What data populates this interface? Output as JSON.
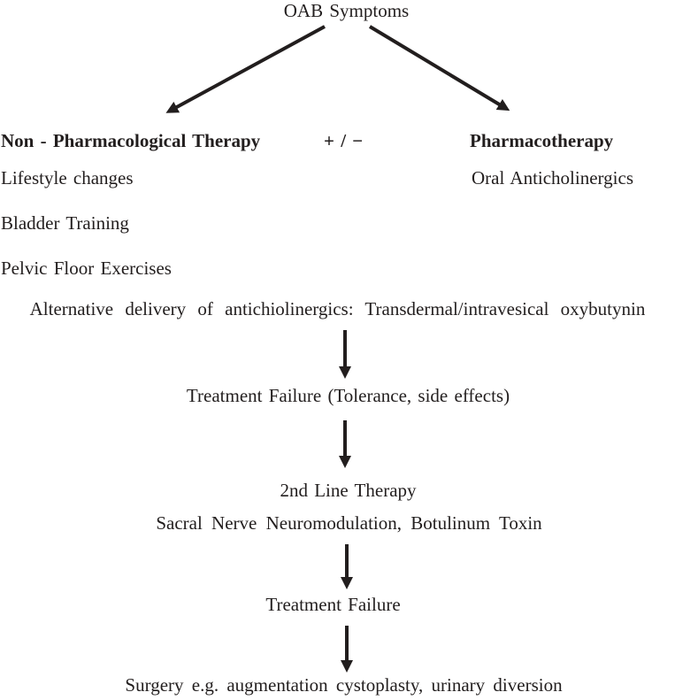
{
  "canvas": {
    "background_color": "#ffffff",
    "ink_color": "#221e1e"
  },
  "flowchart": {
    "title": "OAB Symptoms",
    "operator": "+ / −",
    "left_branch": {
      "header": "Non - Pharmacological Therapy",
      "items": [
        "Lifestyle changes",
        "Bladder Training",
        "Pelvic Floor Exercises"
      ]
    },
    "right_branch": {
      "header": "Pharmacotherapy",
      "items": [
        "Oral Anticholinergics"
      ]
    },
    "steps": [
      "Alternative delivery of antichiolinergics: Transdermal/intravesical oxybutynin",
      "Treatment Failure (Tolerance, side effects)",
      "2nd Line Therapy",
      "Sacral Nerve Neuromodulation, Botulinum Toxin",
      "Treatment Failure",
      "Surgery e.g. augmentation cystoplasty, urinary diversion"
    ],
    "icons": {
      "branch_left": "arrow-down-left",
      "branch_right": "arrow-down-right",
      "flow": "arrow-down"
    }
  }
}
